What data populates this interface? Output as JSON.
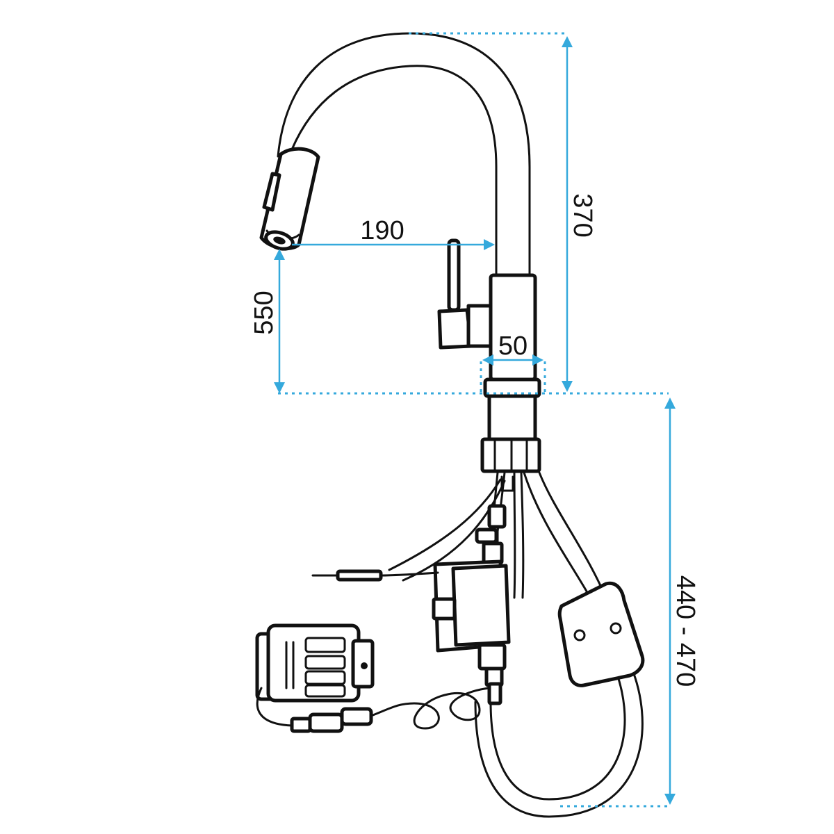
{
  "dimensions": {
    "spout_height": "370",
    "spout_reach": "190",
    "total_height": "550",
    "base_diameter": "50",
    "hose_length": "440 - 470"
  },
  "colors": {
    "dimension_line": "#35a9dc",
    "outline": "#111111",
    "background": "#ffffff"
  }
}
